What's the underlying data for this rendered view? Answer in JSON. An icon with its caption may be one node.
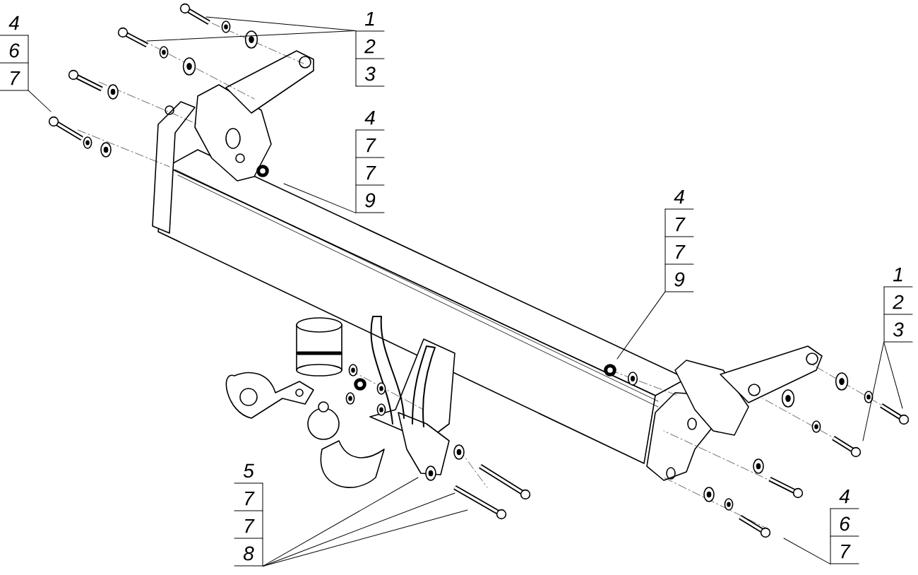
{
  "diagram": {
    "nodes": [
      {
        "text": [
          "1",
          "2",
          "3"
        ]
      },
      {
        "text": [
          "4",
          "6",
          "7"
        ]
      },
      {
        "text": [
          "4",
          "7",
          "7",
          "9"
        ]
      },
      {
        "text": [
          "4",
          "7",
          "7",
          "9"
        ]
      },
      {
        "text": [
          "1",
          "2",
          "3"
        ]
      },
      {
        "text": [
          "5",
          "7",
          "7",
          "8"
        ]
      },
      {
        "text": [
          "4",
          "6",
          "7"
        ]
      }
    ],
    "edges": [
      {
        "from": 0,
        "to": null,
        "arrow": "none"
      },
      {
        "from": 0,
        "to": null,
        "arrow": "none"
      },
      {
        "from": 1,
        "to": null,
        "arrow": "none"
      },
      {
        "from": 2,
        "to": null,
        "arrow": "none"
      },
      {
        "from": 3,
        "to": null,
        "arrow": "none"
      },
      {
        "from": 4,
        "to": null,
        "arrow": "none"
      },
      {
        "from": 4,
        "to": null,
        "arrow": "none"
      },
      {
        "from": 5,
        "to": null,
        "arrow": "none"
      },
      {
        "from": 5,
        "to": null,
        "arrow": "none"
      },
      {
        "from": 5,
        "to": null,
        "arrow": "none"
      },
      {
        "from": 6,
        "to": null,
        "arrow": "none"
      }
    ]
  }
}
